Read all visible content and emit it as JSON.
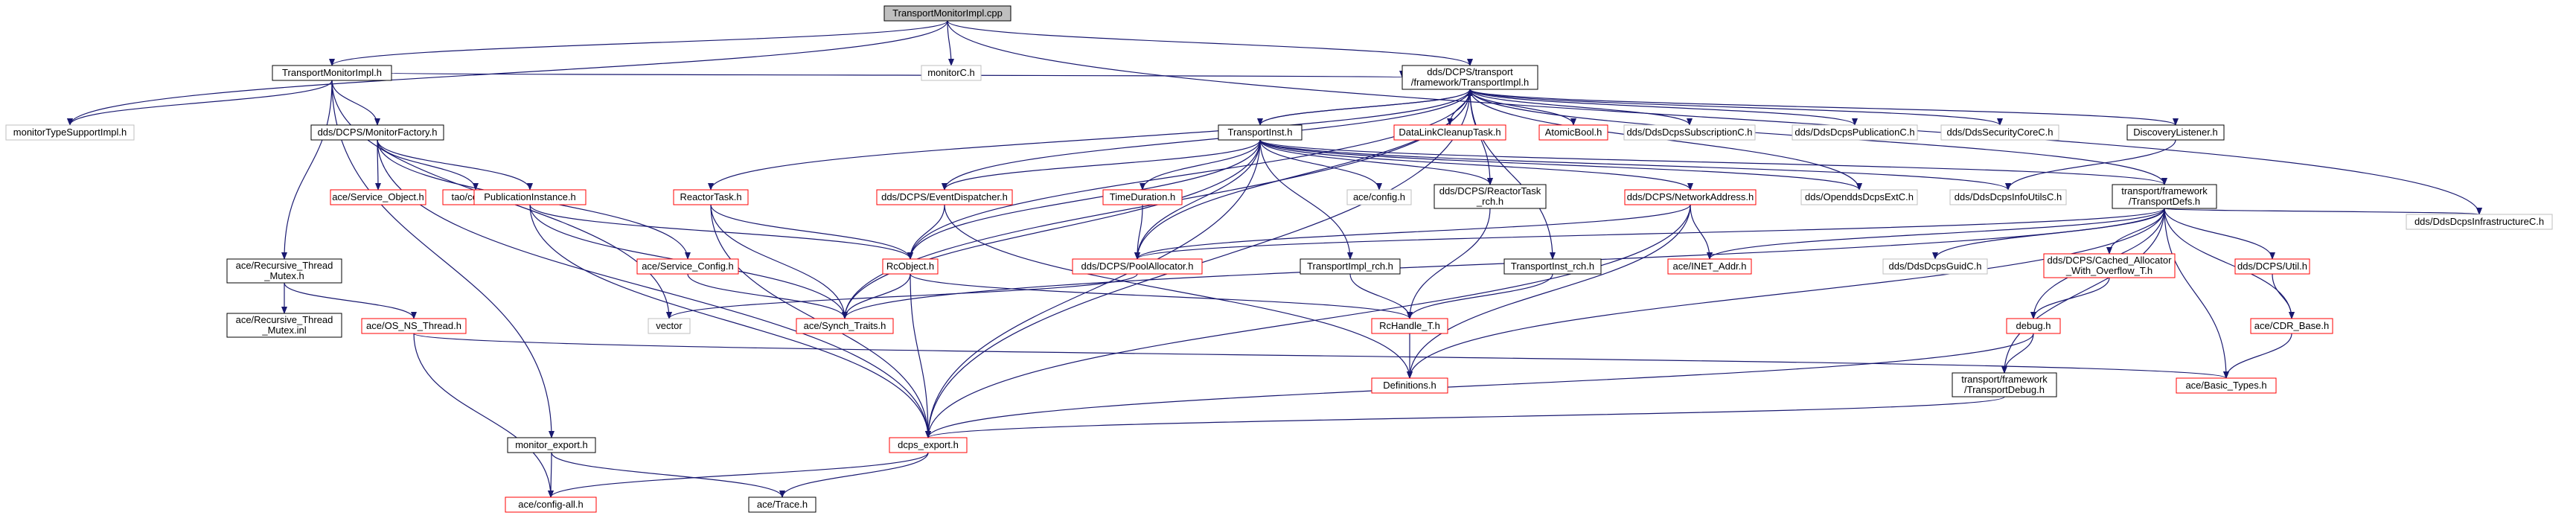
{
  "graph": {
    "root": "TransportMonitorImpl.cpp",
    "nodes": [
      {
        "id": "root",
        "lines": [
          "TransportMonitorImpl.cpp"
        ],
        "kind": "root"
      },
      {
        "id": "tmi_h",
        "lines": [
          "TransportMonitorImpl.h"
        ],
        "kind": "normal"
      },
      {
        "id": "monitorC",
        "lines": [
          "monitorC.h"
        ],
        "kind": "external"
      },
      {
        "id": "transportimpl",
        "lines": [
          "dds/DCPS/transport",
          "/framework/TransportImpl.h"
        ],
        "kind": "normal"
      },
      {
        "id": "monTSI",
        "lines": [
          "monitorTypeSupportImpl.h"
        ],
        "kind": "external"
      },
      {
        "id": "monitorfactory",
        "lines": [
          "dds/DCPS/MonitorFactory.h"
        ],
        "kind": "normal"
      },
      {
        "id": "transportinst",
        "lines": [
          "TransportInst.h"
        ],
        "kind": "normal"
      },
      {
        "id": "dlct",
        "lines": [
          "DataLinkCleanupTask.h"
        ],
        "kind": "incomplete"
      },
      {
        "id": "atomicbool",
        "lines": [
          "AtomicBool.h"
        ],
        "kind": "incomplete"
      },
      {
        "id": "subC",
        "lines": [
          "dds/DdsDcpsSubscriptionC.h"
        ],
        "kind": "external"
      },
      {
        "id": "pubC",
        "lines": [
          "dds/DdsDcpsPublicationC.h"
        ],
        "kind": "external"
      },
      {
        "id": "secC",
        "lines": [
          "dds/DdsSecurityCoreC.h"
        ],
        "kind": "external"
      },
      {
        "id": "disclistener",
        "lines": [
          "DiscoveryListener.h"
        ],
        "kind": "normal"
      },
      {
        "id": "reactortask",
        "lines": [
          "ReactorTask.h"
        ],
        "kind": "incomplete"
      },
      {
        "id": "svcobj",
        "lines": [
          "ace/Service_Object.h"
        ],
        "kind": "incomplete"
      },
      {
        "id": "taocorba",
        "lines": [
          "tao/corba.h"
        ],
        "kind": "incomplete"
      },
      {
        "id": "pubinst",
        "lines": [
          "PublicationInstance.h"
        ],
        "kind": "incomplete"
      },
      {
        "id": "evdisp",
        "lines": [
          "dds/DCPS/EventDispatcher.h"
        ],
        "kind": "incomplete"
      },
      {
        "id": "timeduration",
        "lines": [
          "TimeDuration.h"
        ],
        "kind": "incomplete"
      },
      {
        "id": "aceconfig",
        "lines": [
          "ace/config.h"
        ],
        "kind": "external"
      },
      {
        "id": "reactortask_rch",
        "lines": [
          "dds/DCPS/ReactorTask",
          "_rch.h"
        ],
        "kind": "normal"
      },
      {
        "id": "netaddr",
        "lines": [
          "dds/DCPS/NetworkAddress.h"
        ],
        "kind": "incomplete"
      },
      {
        "id": "opendds_ext",
        "lines": [
          "dds/OpenddsDcpsExtC.h"
        ],
        "kind": "external"
      },
      {
        "id": "infoutils",
        "lines": [
          "dds/DdsDcpsInfoUtilsC.h"
        ],
        "kind": "external"
      },
      {
        "id": "transportdefs",
        "lines": [
          "transport/framework",
          "/TransportDefs.h"
        ],
        "kind": "normal"
      },
      {
        "id": "infraC",
        "lines": [
          "dds/DdsDcpsInfrastructureC.h"
        ],
        "kind": "external"
      },
      {
        "id": "rec_mutex",
        "lines": [
          "ace/Recursive_Thread",
          "_Mutex.h"
        ],
        "kind": "normal"
      },
      {
        "id": "svcconfig",
        "lines": [
          "ace/Service_Config.h"
        ],
        "kind": "incomplete"
      },
      {
        "id": "rcobject",
        "lines": [
          "RcObject.h"
        ],
        "kind": "incomplete"
      },
      {
        "id": "poolalloc",
        "lines": [
          "dds/DCPS/PoolAllocator.h"
        ],
        "kind": "incomplete"
      },
      {
        "id": "tii_rch",
        "lines": [
          "TransportImpl_rch.h"
        ],
        "kind": "normal"
      },
      {
        "id": "tin_rch",
        "lines": [
          "TransportInst_rch.h"
        ],
        "kind": "normal"
      },
      {
        "id": "inetaddr",
        "lines": [
          "ace/INET_Addr.h"
        ],
        "kind": "incomplete"
      },
      {
        "id": "guidC",
        "lines": [
          "dds/DdsDcpsGuidC.h"
        ],
        "kind": "external"
      },
      {
        "id": "cached_alloc",
        "lines": [
          "dds/DCPS/Cached_Allocator",
          "_With_Overflow_T.h"
        ],
        "kind": "incomplete"
      },
      {
        "id": "util",
        "lines": [
          "dds/DCPS/Util.h"
        ],
        "kind": "incomplete"
      },
      {
        "id": "rec_mutex_inl",
        "lines": [
          "ace/Recursive_Thread",
          "_Mutex.inl"
        ],
        "kind": "normal"
      },
      {
        "id": "os_ns_thread",
        "lines": [
          "ace/OS_NS_Thread.h"
        ],
        "kind": "incomplete"
      },
      {
        "id": "vector",
        "lines": [
          "vector"
        ],
        "kind": "external"
      },
      {
        "id": "synch_traits",
        "lines": [
          "ace/Synch_Traits.h"
        ],
        "kind": "incomplete"
      },
      {
        "id": "rchandle",
        "lines": [
          "RcHandle_T.h"
        ],
        "kind": "incomplete"
      },
      {
        "id": "debug",
        "lines": [
          "debug.h"
        ],
        "kind": "incomplete"
      },
      {
        "id": "cdr_base",
        "lines": [
          "ace/CDR_Base.h"
        ],
        "kind": "incomplete"
      },
      {
        "id": "definitions",
        "lines": [
          "Definitions.h"
        ],
        "kind": "incomplete"
      },
      {
        "id": "transportdebug",
        "lines": [
          "transport/framework",
          "/TransportDebug.h"
        ],
        "kind": "normal"
      },
      {
        "id": "basic_types",
        "lines": [
          "ace/Basic_Types.h"
        ],
        "kind": "incomplete"
      },
      {
        "id": "monitor_export",
        "lines": [
          "monitor_export.h"
        ],
        "kind": "normal"
      },
      {
        "id": "dcps_export",
        "lines": [
          "dcps_export.h"
        ],
        "kind": "incomplete"
      },
      {
        "id": "config_all",
        "lines": [
          "ace/config-all.h"
        ],
        "kind": "incomplete"
      },
      {
        "id": "trace",
        "lines": [
          "ace/Trace.h"
        ],
        "kind": "normal"
      }
    ],
    "edges": [
      [
        "root",
        "tmi_h"
      ],
      [
        "root",
        "monitorC"
      ],
      [
        "root",
        "transportimpl"
      ],
      [
        "root",
        "monTSI"
      ],
      [
        "root",
        "infraC"
      ],
      [
        "tmi_h",
        "monTSI"
      ],
      [
        "tmi_h",
        "monitorfactory"
      ],
      [
        "tmi_h",
        "transportimpl"
      ],
      [
        "tmi_h",
        "rec_mutex"
      ],
      [
        "tmi_h",
        "vector"
      ],
      [
        "tmi_h",
        "monitor_export"
      ],
      [
        "monitorfactory",
        "svcobj"
      ],
      [
        "monitorfactory",
        "taocorba"
      ],
      [
        "monitorfactory",
        "pubinst"
      ],
      [
        "monitorfactory",
        "svcconfig"
      ],
      [
        "monitorfactory",
        "dcps_export"
      ],
      [
        "pubinst",
        "rcobject"
      ],
      [
        "pubinst",
        "synch_traits"
      ],
      [
        "pubinst",
        "dcps_export"
      ],
      [
        "svcconfig",
        "synch_traits"
      ],
      [
        "rec_mutex",
        "rec_mutex_inl"
      ],
      [
        "rec_mutex",
        "os_ns_thread"
      ],
      [
        "os_ns_thread",
        "config_all"
      ],
      [
        "os_ns_thread",
        "basic_types"
      ],
      [
        "monitor_export",
        "config_all"
      ],
      [
        "monitor_export",
        "trace"
      ],
      [
        "transportimpl",
        "transportinst"
      ],
      [
        "transportimpl",
        "dlct"
      ],
      [
        "transportimpl",
        "atomicbool"
      ],
      [
        "transportimpl",
        "subC"
      ],
      [
        "transportimpl",
        "pubC"
      ],
      [
        "transportimpl",
        "secC"
      ],
      [
        "transportimpl",
        "disclistener"
      ],
      [
        "transportimpl",
        "reactortask"
      ],
      [
        "transportimpl",
        "evdisp"
      ],
      [
        "transportimpl",
        "poolalloc"
      ],
      [
        "transportimpl",
        "rcobject"
      ],
      [
        "transportimpl",
        "synch_traits"
      ],
      [
        "transportimpl",
        "reactortask_rch"
      ],
      [
        "transportimpl",
        "tin_rch"
      ],
      [
        "transportimpl",
        "opendds_ext"
      ],
      [
        "transportimpl",
        "transportdefs"
      ],
      [
        "transportimpl",
        "dcps_export"
      ],
      [
        "transportinst",
        "transportimpl"
      ],
      [
        "transportinst",
        "evdisp"
      ],
      [
        "transportinst",
        "timeduration"
      ],
      [
        "transportinst",
        "aceconfig"
      ],
      [
        "transportinst",
        "reactortask_rch"
      ],
      [
        "transportinst",
        "netaddr"
      ],
      [
        "transportinst",
        "opendds_ext"
      ],
      [
        "transportinst",
        "infoutils"
      ],
      [
        "transportinst",
        "transportdefs"
      ],
      [
        "transportinst",
        "poolalloc"
      ],
      [
        "transportinst",
        "rcobject"
      ],
      [
        "transportinst",
        "tii_rch"
      ],
      [
        "transportinst",
        "synch_traits"
      ],
      [
        "transportinst",
        "dcps_export"
      ],
      [
        "disclistener",
        "infoutils"
      ],
      [
        "reactortask",
        "rcobject"
      ],
      [
        "reactortask",
        "synch_traits"
      ],
      [
        "reactortask",
        "dcps_export"
      ],
      [
        "evdisp",
        "rcobject"
      ],
      [
        "evdisp",
        "definitions"
      ],
      [
        "timeduration",
        "poolalloc"
      ],
      [
        "reactortask_rch",
        "rchandle"
      ],
      [
        "netaddr",
        "poolalloc"
      ],
      [
        "netaddr",
        "inetaddr"
      ],
      [
        "netaddr",
        "definitions"
      ],
      [
        "netaddr",
        "dcps_export"
      ],
      [
        "transportdefs",
        "infraC"
      ],
      [
        "transportdefs",
        "poolalloc"
      ],
      [
        "transportdefs",
        "inetaddr"
      ],
      [
        "transportdefs",
        "guidC"
      ],
      [
        "transportdefs",
        "cached_alloc"
      ],
      [
        "transportdefs",
        "util"
      ],
      [
        "transportdefs",
        "debug"
      ],
      [
        "transportdefs",
        "cdr_base"
      ],
      [
        "transportdefs",
        "basic_types"
      ],
      [
        "transportdefs",
        "definitions"
      ],
      [
        "transportdefs",
        "transportdebug"
      ],
      [
        "transportdefs",
        "synch_traits"
      ],
      [
        "rcobject",
        "synch_traits"
      ],
      [
        "rcobject",
        "rchandle"
      ],
      [
        "rcobject",
        "dcps_export"
      ],
      [
        "poolalloc",
        "vector"
      ],
      [
        "tii_rch",
        "rchandle"
      ],
      [
        "tin_rch",
        "rchandle"
      ],
      [
        "rchandle",
        "definitions"
      ],
      [
        "cached_alloc",
        "debug"
      ],
      [
        "util",
        "cdr_base"
      ],
      [
        "cdr_base",
        "basic_types"
      ],
      [
        "debug",
        "transportdebug"
      ],
      [
        "debug",
        "dcps_export"
      ],
      [
        "transportdebug",
        "dcps_export"
      ],
      [
        "dcps_export",
        "config_all"
      ],
      [
        "dcps_export",
        "trace"
      ]
    ]
  },
  "style": {
    "root_fill": "#bfbfbf",
    "root_border": "#000000",
    "normal_fill": "#ffffff",
    "normal_border": "#000000",
    "incomplete_border": "#ff0000",
    "external_border": "#bfbfbf",
    "edge_color": "#191970"
  }
}
